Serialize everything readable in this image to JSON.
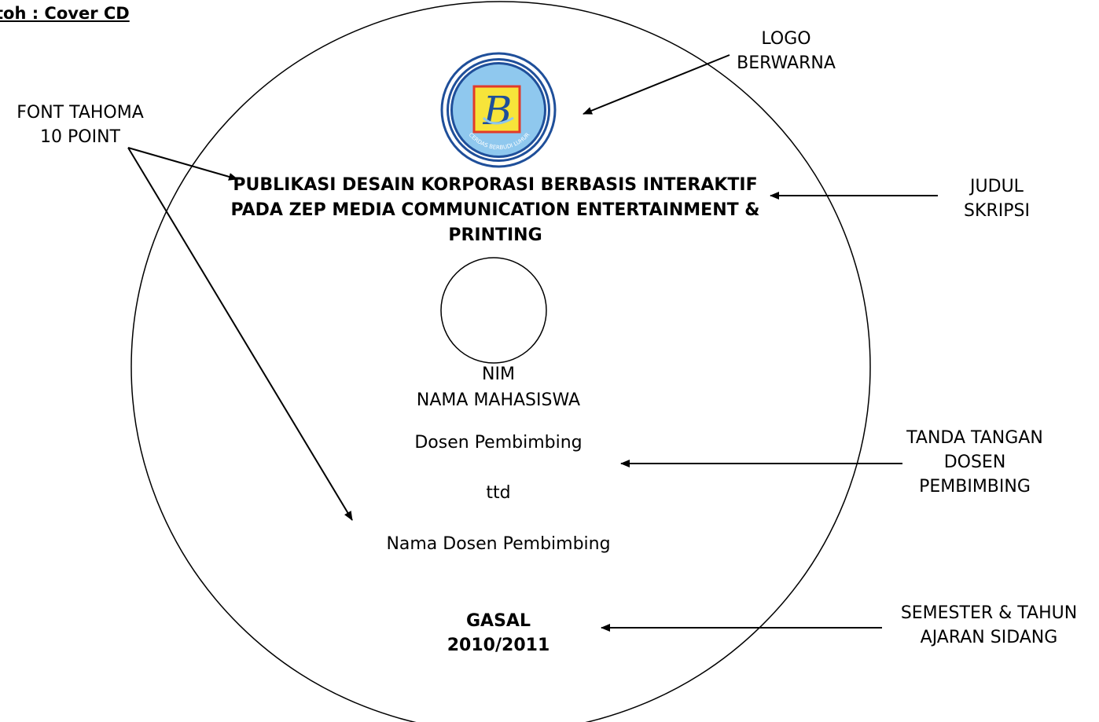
{
  "heading": "toh : Cover CD",
  "cd": {
    "logo": {
      "ring_text": "CERDAS BERBUDI LUHUR",
      "letter": "B"
    },
    "title_lines": [
      "PUBLIKASI DESAIN KORPORASI BERBASIS INTERAKTIF",
      "PADA ZEP MEDIA COMMUNICATION ENTERTAINMENT &",
      "PRINTING"
    ],
    "nim": "NIM",
    "student_name": "NAMA MAHASISWA",
    "advisor_label": "Dosen Pembimbing",
    "signature": "ttd",
    "advisor_name": "Nama Dosen Pembimbing",
    "semester": "GASAL",
    "year": "2010/2011"
  },
  "annotations": {
    "logo": [
      "LOGO",
      "BERWARNA"
    ],
    "font": [
      "FONT TAHOMA",
      "10 POINT"
    ],
    "title": [
      "JUDUL",
      "SKRIPSI"
    ],
    "signature": [
      "TANDA TANGAN",
      "DOSEN",
      "PEMBIMBING"
    ],
    "semester": [
      "SEMESTER & TAHUN",
      "AJARAN SIDANG"
    ]
  },
  "colors": {
    "logo_outer": "#1f4f9a",
    "logo_inner": "#8fc8ee",
    "logo_square": "#f7e43a",
    "logo_square_border": "#e23a2a",
    "logo_letter": "#1f4f9a"
  }
}
